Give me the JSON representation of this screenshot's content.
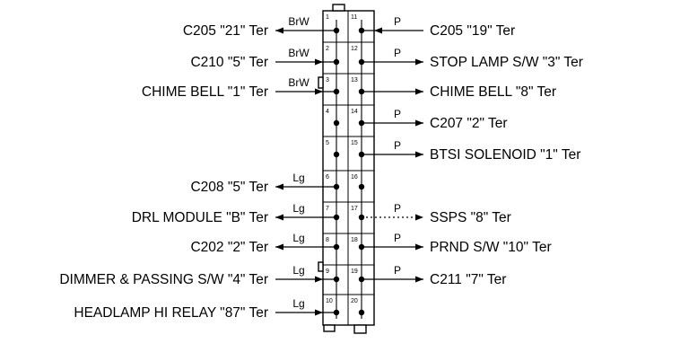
{
  "left_pins": [
    {
      "pin": "1",
      "label": "C205 \"21\" Ter",
      "wire": "BrW",
      "dir": "out"
    },
    {
      "pin": "2",
      "label": "C210 \"5\" Ter",
      "wire": "BrW",
      "dir": "in"
    },
    {
      "pin": "3",
      "label": "CHIME BELL \"1\" Ter",
      "wire": "BrW",
      "dir": "in"
    },
    {
      "pin": "4",
      "label": "",
      "wire": "",
      "dir": "none"
    },
    {
      "pin": "5",
      "label": "",
      "wire": "",
      "dir": "none"
    },
    {
      "pin": "6",
      "label": "C208 \"5\" Ter",
      "wire": "Lg",
      "dir": "out"
    },
    {
      "pin": "7",
      "label": "DRL MODULE \"B\" Ter",
      "wire": "Lg",
      "dir": "out"
    },
    {
      "pin": "8",
      "label": "C202 \"2\" Ter",
      "wire": "Lg",
      "dir": "out"
    },
    {
      "pin": "9",
      "label": "DIMMER & PASSING S/W \"4\" Ter",
      "wire": "Lg",
      "dir": "in"
    },
    {
      "pin": "10",
      "label": "HEADLAMP HI RELAY \"87\" Ter",
      "wire": "Lg",
      "dir": "in"
    }
  ],
  "right_pins": [
    {
      "pin": "11",
      "label": "C205 \"19\" Ter",
      "wire": "P",
      "dir": "in"
    },
    {
      "pin": "12",
      "label": "STOP LAMP S/W \"3\" Ter",
      "wire": "P",
      "dir": "out"
    },
    {
      "pin": "13",
      "label": "CHIME BELL \"8\" Ter",
      "wire": "",
      "dir": "out"
    },
    {
      "pin": "14",
      "label": "C207 \"2\" Ter",
      "wire": "P",
      "dir": "out"
    },
    {
      "pin": "15",
      "label": "BTSI SOLENOID \"1\" Ter",
      "wire": "P",
      "dir": "out"
    },
    {
      "pin": "16",
      "label": "",
      "wire": "",
      "dir": "none"
    },
    {
      "pin": "17",
      "label": "SSPS \"8\" Ter",
      "wire": "P",
      "dir": "out"
    },
    {
      "pin": "18",
      "label": "PRND S/W \"10\" Ter",
      "wire": "P",
      "dir": "out"
    },
    {
      "pin": "19",
      "label": "C211 \"7\" Ter",
      "wire": "P",
      "dir": "out"
    },
    {
      "pin": "20",
      "label": "",
      "wire": "",
      "dir": "none"
    }
  ]
}
